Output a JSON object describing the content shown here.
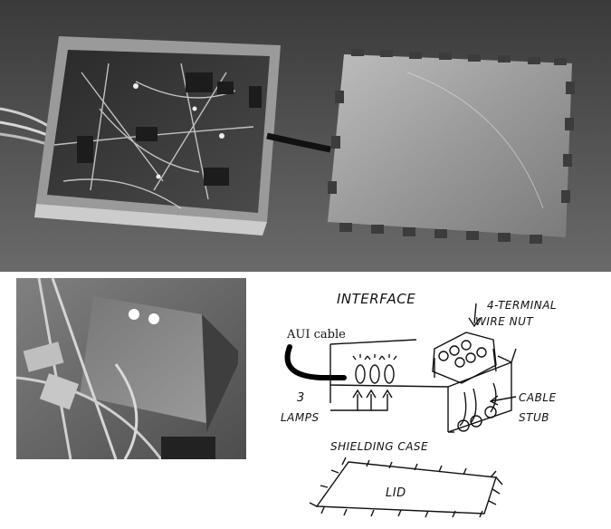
{
  "photos": {
    "top": {
      "subject": "open-shielding-box-with-wiring-and-separate-lid"
    },
    "bottom": {
      "subject": "closed-box-with-two-lit-lamps"
    }
  },
  "sketch": {
    "title": "INTERFACE",
    "labels": {
      "wire_nut": "4-TERMINAL WIRE NUT",
      "aui_cable": "AUI cable",
      "lamps_count": "3",
      "lamps": "LAMPS",
      "cable": "CABLE",
      "stub": "STUB",
      "case": "SHIELDING CASE",
      "lid": "LID"
    },
    "wire_nut_lines": [
      "4-TERMINAL",
      "WIRE NUT"
    ]
  }
}
